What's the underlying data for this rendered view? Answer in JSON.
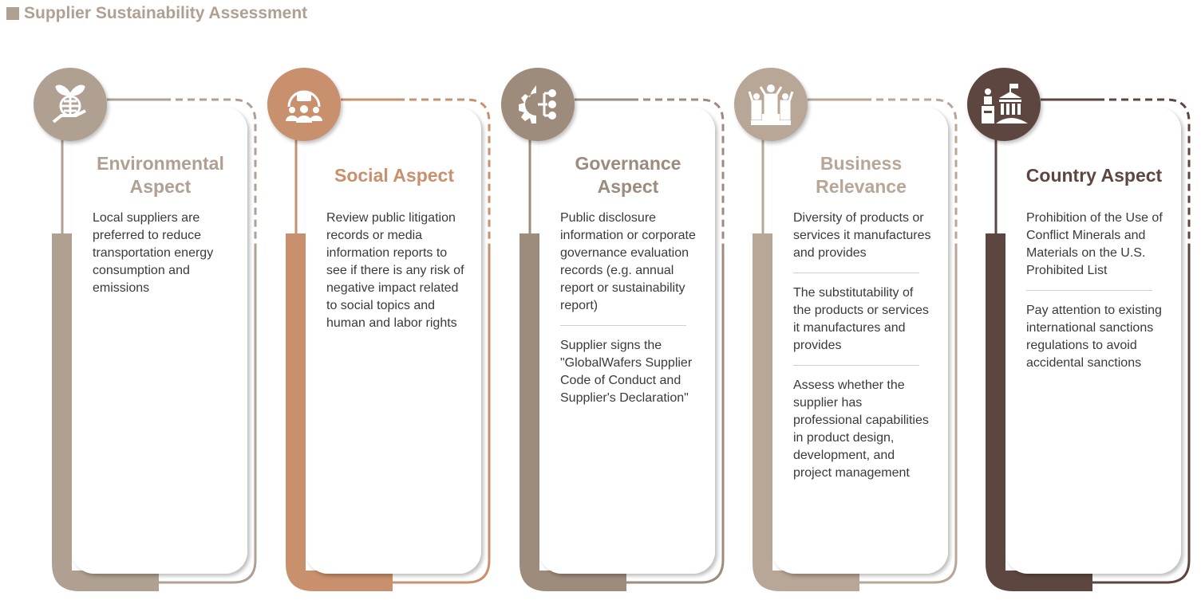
{
  "title": "Supplier Sustainability Assessment",
  "cards": [
    {
      "heading": "Environmental Aspect",
      "icon": "hand-globe-plant-icon",
      "color": "#b0a091",
      "items": [
        "Local suppliers are preferred to reduce transportation energy consumption and emissions"
      ]
    },
    {
      "heading": "Social Aspect",
      "icon": "community-chat-icon",
      "color": "#c9906d",
      "items": [
        "Review public litigation records or media information reports to see if there is any risk of negative impact related to social topics and human and labor rights"
      ]
    },
    {
      "heading": "Governance Aspect",
      "icon": "gear-network-icon",
      "color": "#9d8b7c",
      "items": [
        "Public disclosure information or corporate governance evaluation records (e.g. annual report or sustainability report)",
        "Supplier signs the \"GlobalWafers Supplier Code of Conduct and Supplier's Declaration\""
      ]
    },
    {
      "heading": "Business Relevance",
      "icon": "podium-winners-icon",
      "color": "#b8a696",
      "items": [
        "Diversity of products or services it manufactures and provides",
        "The substitutability of the products or services it manufactures and provides",
        "Assess whether the supplier has professional capabilities in product design, development, and project management"
      ]
    },
    {
      "heading": "Country Aspect",
      "icon": "government-building-icon",
      "color": "#5e4640",
      "items": [
        "Prohibition of the Use of Conflict Minerals and Materials on the U.S. Prohibited List",
        "Pay attention to existing international sanctions regulations to avoid accidental sanctions"
      ]
    }
  ]
}
